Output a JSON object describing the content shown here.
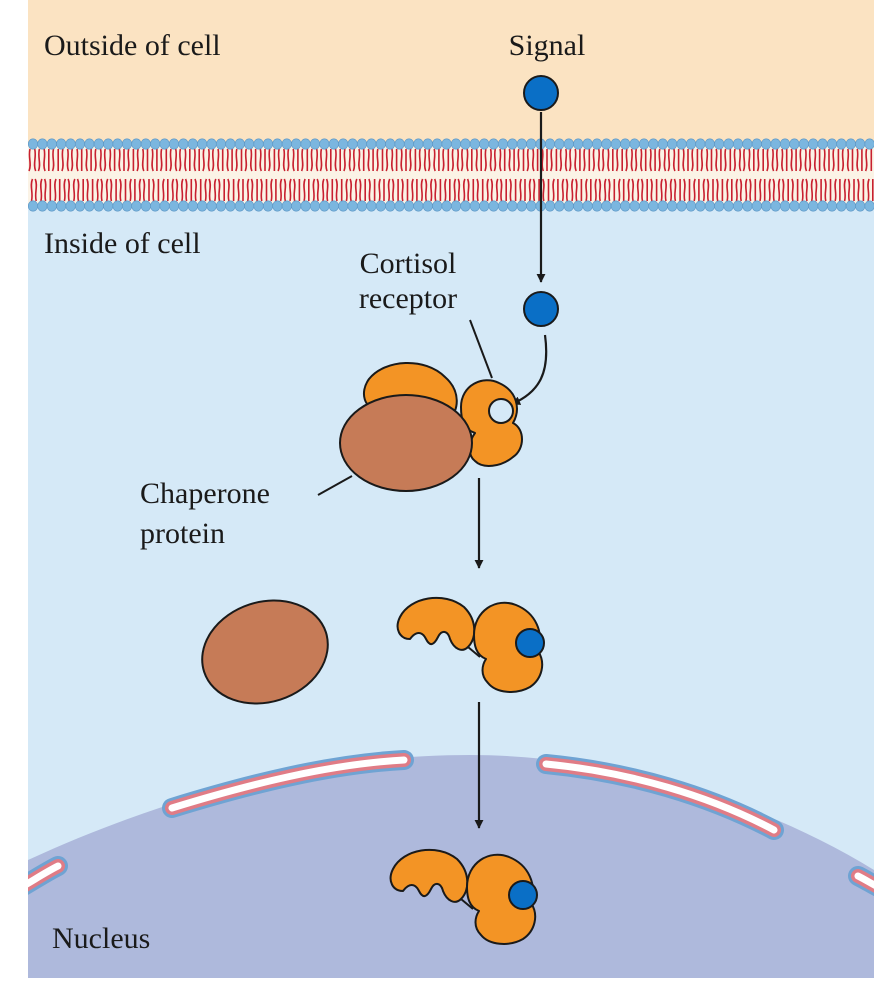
{
  "labels": {
    "outside": "Outside of cell",
    "inside": "Inside of cell",
    "signal": "Signal",
    "receptor_line1": "Cortisol",
    "receptor_line2": "receptor",
    "chaperone_line1": "Chaperone",
    "chaperone_line2": "protein",
    "nucleus": "Nucleus"
  },
  "colors": {
    "extracellular": "#fbe3c2",
    "cytoplasm": "#d5e9f7",
    "nucleus": "#aeb9dc",
    "lipid_head": "#7bb6df",
    "lipid_tail": "#c8202f",
    "signal_molecule": "#0a6fc6",
    "receptor": "#f39425",
    "chaperone": "#c67b57",
    "envelope_outer": "#6fa3d3",
    "envelope_inner": "#e07c86"
  }
}
